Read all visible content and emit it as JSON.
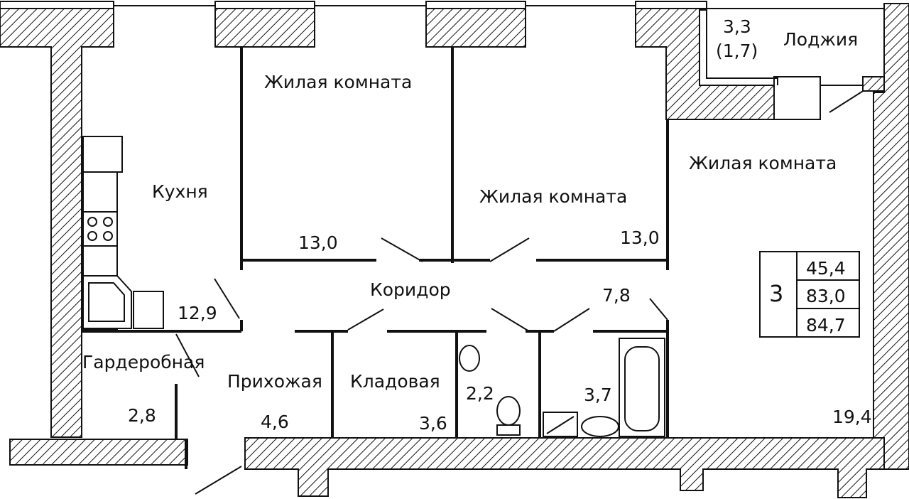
{
  "rooms": {
    "living1": {
      "name": "Жилая комната",
      "area": "13,0"
    },
    "living2": {
      "name": "Жилая комната",
      "area": "13,0"
    },
    "living3": {
      "name": "Жилая комната",
      "area": "19,4"
    },
    "kitchen": {
      "name": "Кухня",
      "area": "12,9"
    },
    "corridor": {
      "name": "Коридор",
      "area": "7,8"
    },
    "wardrobe": {
      "name": "Гардеробная",
      "area": "2,8"
    },
    "hallway": {
      "name": "Прихожая",
      "area": "4,6"
    },
    "storage": {
      "name": "Кладовая",
      "area": "3,6"
    },
    "wc": {
      "area": "2,2"
    },
    "bathroom": {
      "area": "3,7"
    },
    "loggia": {
      "name": "Лоджия",
      "area": "3,3",
      "area_reduced": "(1,7)"
    }
  },
  "summary": {
    "rooms_count": "3",
    "living_area": "45,4",
    "total_area": "83,0",
    "total_with_loggia": "84,7"
  },
  "colors": {
    "line": "#111111",
    "background": "#ffffff"
  }
}
